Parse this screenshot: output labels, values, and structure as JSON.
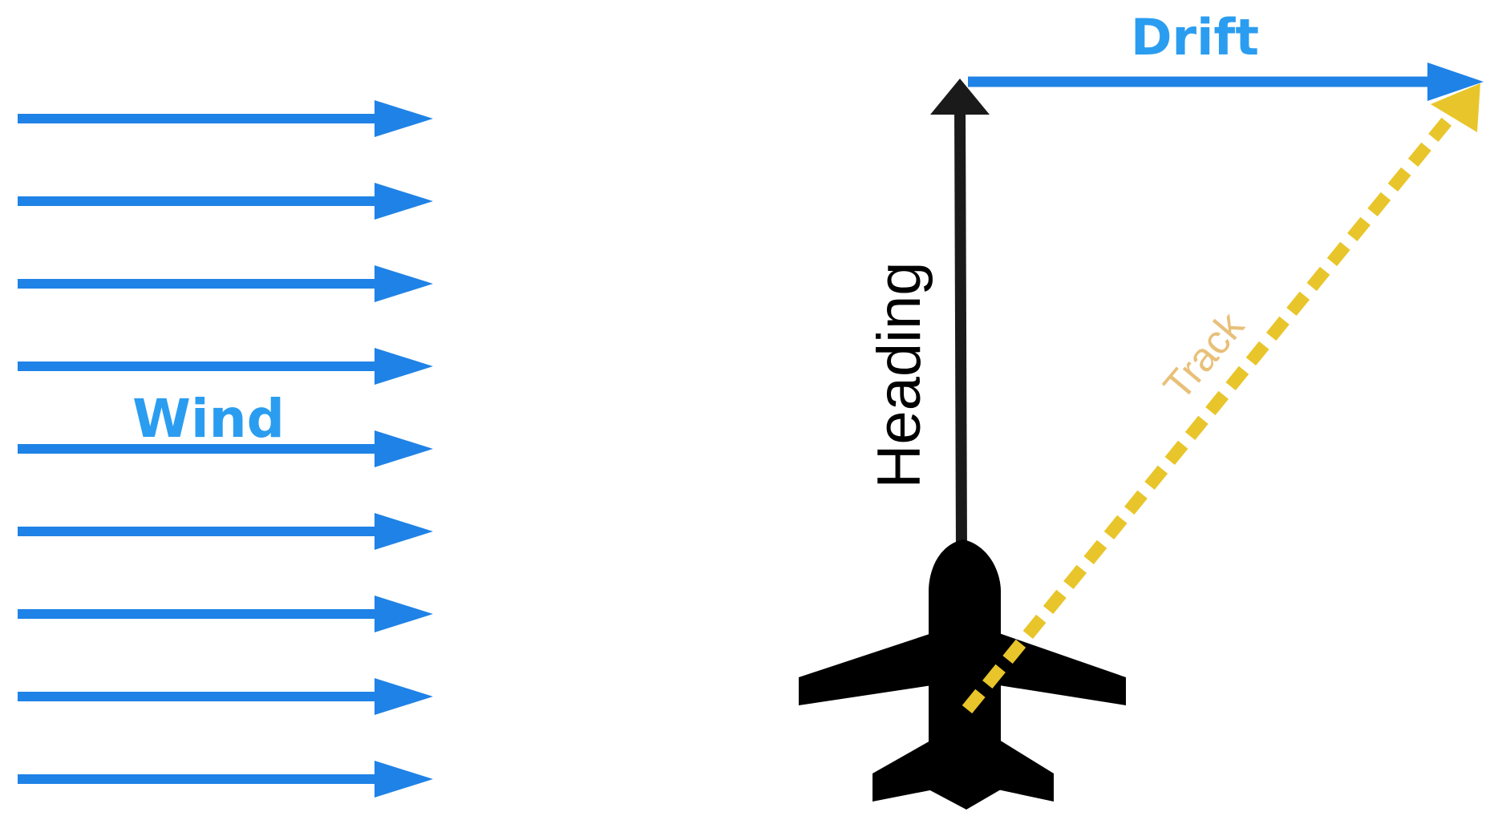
{
  "labels": {
    "wind": "Wind",
    "drift": "Drift",
    "heading": "Heading",
    "track": "Track"
  },
  "colors": {
    "wind_arrow": "#1f82e6",
    "wind_label": "#2b9df0",
    "drift_arrow": "#1f82e6",
    "drift_label": "#2b9df0",
    "heading_arrow": "#1a1a1a",
    "aircraft": "#000000",
    "track_line": "#e8c52a",
    "track_label": "#e8c079"
  },
  "icons": {
    "aircraft": "airplane-top-view-icon"
  },
  "wind": {
    "arrow_count": 9
  }
}
